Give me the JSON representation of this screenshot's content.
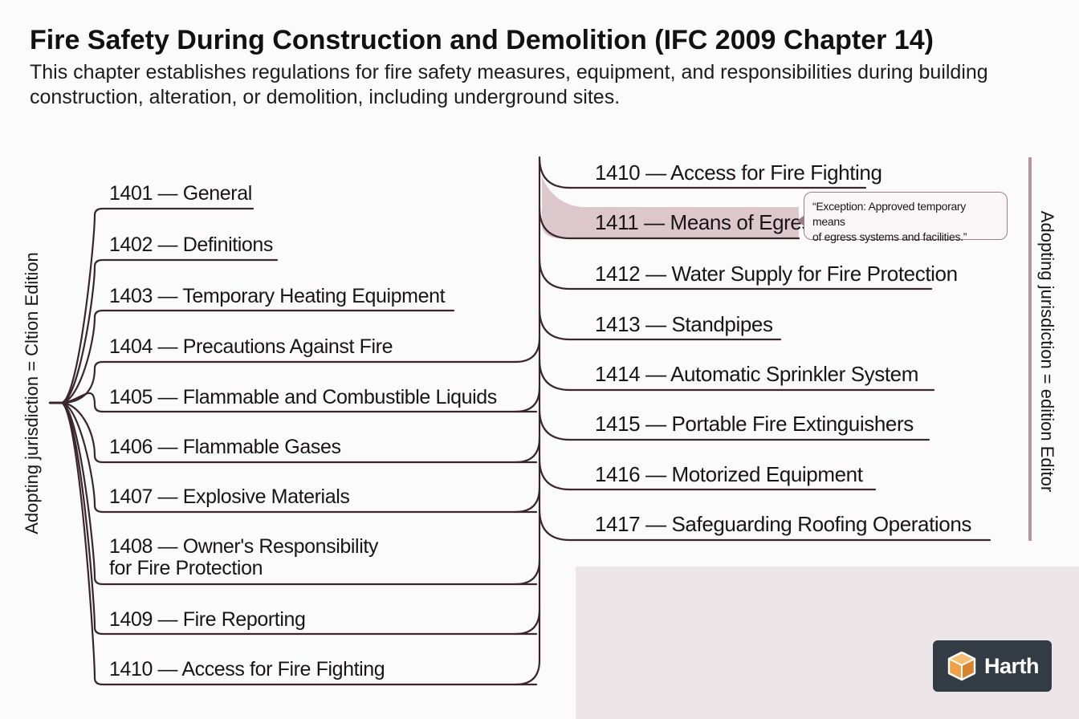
{
  "title": "Fire Safety During Construction and Demolition (IFC 2009 Chapter 14)",
  "subtitle": "This chapter establishes regulations for fire safety measures, equipment, and responsibilities during building construction, alteration, or demolition, including underground sites.",
  "left_vertical_label": "Adopting jurisdiction = Cltion Edition",
  "right_vertical_label": "Adopting jurisdiction = edition Editor",
  "left_sections": [
    {
      "label": "1401 — General"
    },
    {
      "label": "1402 — Definitions"
    },
    {
      "label": "1403 — Temporary Heating Equipment"
    },
    {
      "label": "1404 — Precautions Against Fire"
    },
    {
      "label": "1405 — Flammable and Combustible Liquids"
    },
    {
      "label": "1406 — Flammable Gases"
    },
    {
      "label": "1407 — Explosive Materials"
    },
    {
      "label": "1408 — Owner's Responsibility",
      "label2": "for Fire Protection"
    },
    {
      "label": "1409 — Fire Reporting"
    },
    {
      "label": "1410 — Access for Fire Fighting"
    }
  ],
  "right_sections": [
    {
      "label": "1410 — Access for Fire Fighting"
    },
    {
      "label": "1411 — Means of Egress",
      "highlighted": true
    },
    {
      "label": "1412 — Water Supply for Fire Protection"
    },
    {
      "label": "1413 — Standpipes"
    },
    {
      "label": "1414 — Automatic Sprinkler System"
    },
    {
      "label": "1415 — Portable Fire Extinguishers"
    },
    {
      "label": "1416 — Motorized Equipment"
    },
    {
      "label": "1417 — Safeguarding Roofing Operations"
    }
  ],
  "callout": {
    "line1": "“Exception: Approved temporary means",
    "line2": "of egress systems and facilities.”"
  },
  "logo": {
    "text": "Harth",
    "icon": "cube-icon"
  },
  "colors": {
    "line": "#3a262d",
    "highlight": "#d7c1c7",
    "accent_bar": "#b5979f",
    "callout_border": "#9c7d86",
    "logo_bg": "#333b44",
    "cube_orange": "#f0a048"
  }
}
